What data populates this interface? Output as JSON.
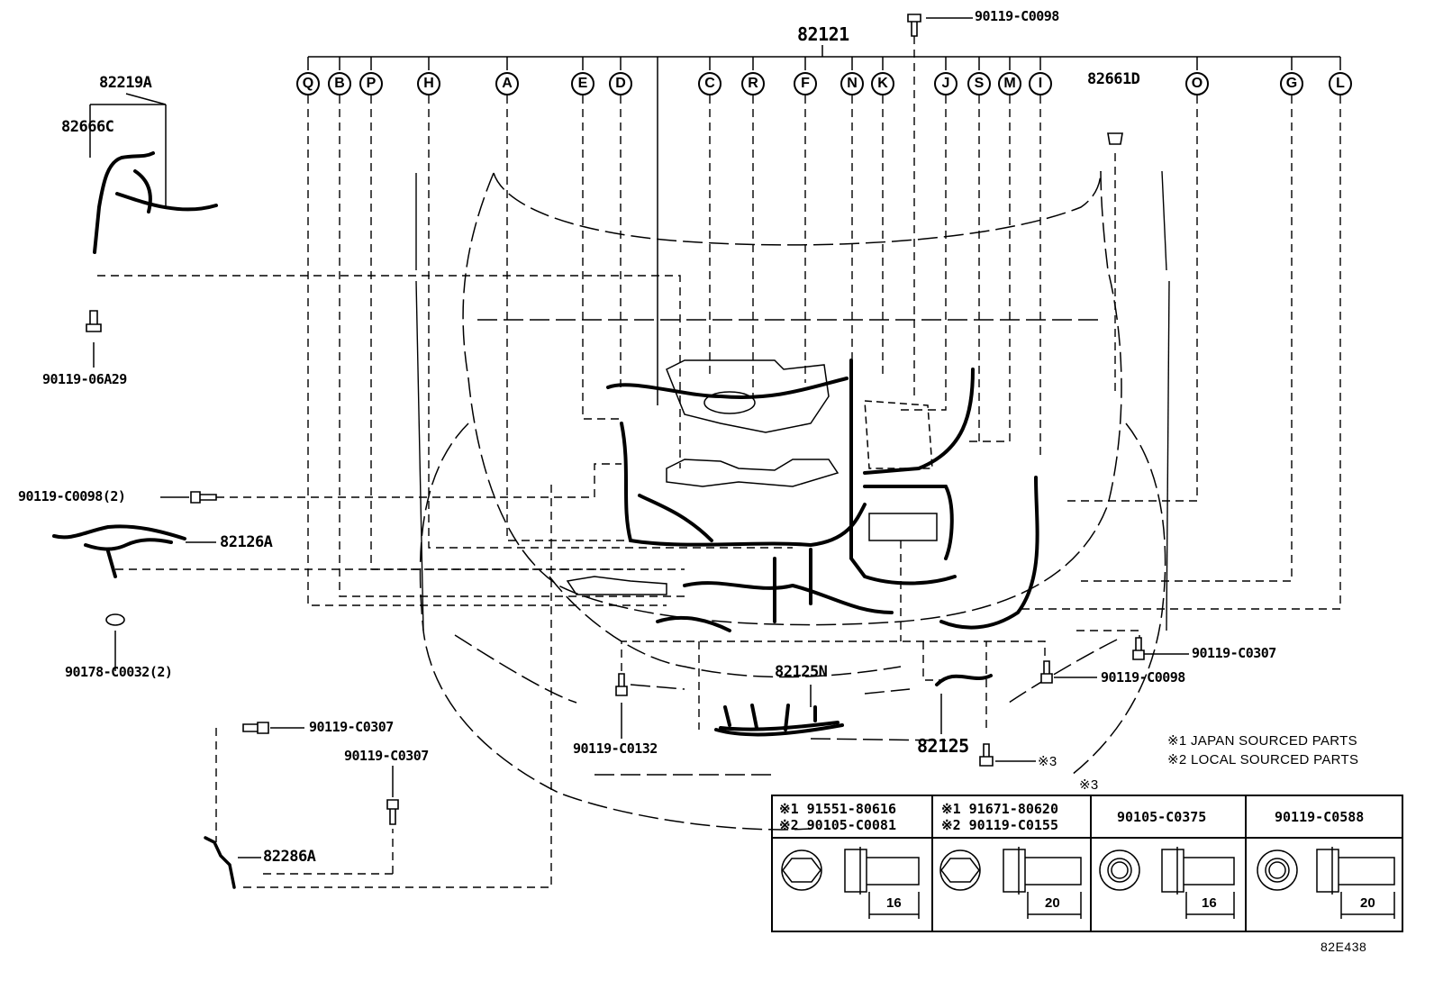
{
  "diagram": {
    "main_harness": "82121",
    "clip_letters": [
      "Q",
      "B",
      "P",
      "H",
      "A",
      "E",
      "D",
      "C",
      "R",
      "F",
      "N",
      "K",
      "J",
      "S",
      "M",
      "I",
      "O",
      "G",
      "L"
    ],
    "parts": {
      "p82219A": "82219A",
      "p82666C": "82666C",
      "p82661D": "82661D",
      "p90119_C0098_top": "90119-C0098",
      "p90119_06A29": "90119-06A29",
      "p90119_C0098_2": "90119-C0098(2)",
      "p82126A": "82126A",
      "p90178_C0032_2": "90178-C0032(2)",
      "p90119_C0307_a": "90119-C0307",
      "p90119_C0307_b": "90119-C0307",
      "p82286A": "82286A",
      "p90119_C0132": "90119-C0132",
      "p82125N": "82125N",
      "p82125": "82125",
      "p90119_C0307_right": "90119-C0307",
      "p90119_C0098_right": "90119-C0098",
      "p_note3": "※3",
      "p_note3_b": "※3"
    },
    "notes": {
      "note1": "※1 JAPAN SOURCED PARTS",
      "note2": "※2 LOCAL SOURCED PARTS"
    },
    "bolt_table": [
      {
        "line1": "※1 91551-80616",
        "line2": "※2 90105-C0081",
        "length": "16"
      },
      {
        "line1": "※1 91671-80620",
        "line2": "※2 90119-C0155",
        "length": "20"
      },
      {
        "line1": "90105-C0375",
        "line2": "",
        "length": "16"
      },
      {
        "line1": "90119-C0588",
        "line2": "",
        "length": "20"
      }
    ],
    "drawing_code": "82E438"
  }
}
